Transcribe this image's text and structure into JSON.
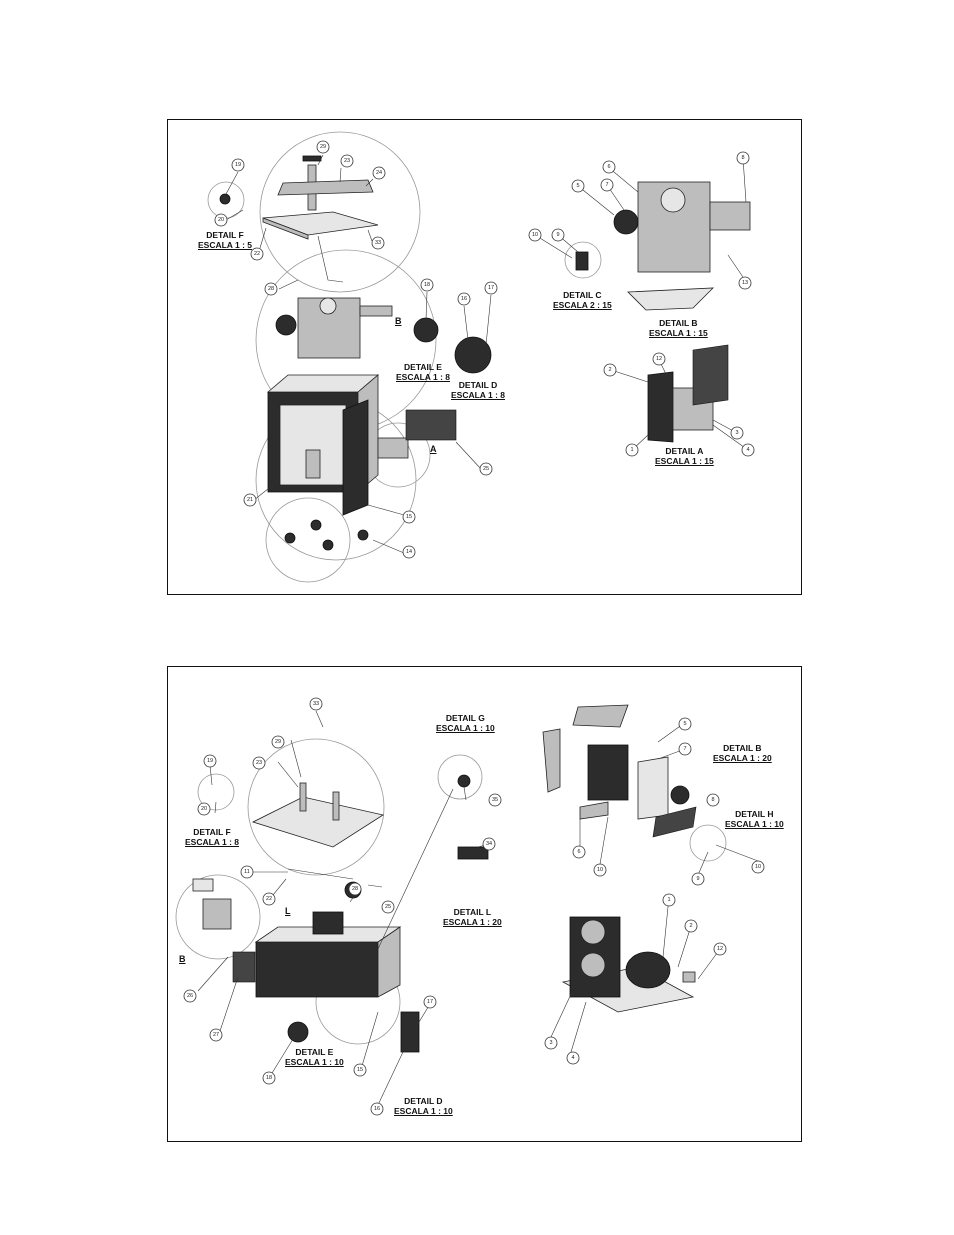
{
  "top_panel": {
    "details": [
      {
        "title": "DETAIL F",
        "scale": "ESCALA 1 : 5"
      },
      {
        "title": "DETAIL E",
        "scale": "ESCALA 1 : 8"
      },
      {
        "title": "DETAIL D",
        "scale": "ESCALA 1 : 8"
      },
      {
        "title": "DETAIL C",
        "scale": "ESCALA 2 : 15"
      },
      {
        "title": "DETAIL B",
        "scale": "ESCALA 1 : 15"
      },
      {
        "title": "DETAIL A",
        "scale": "ESCALA 1 : 15"
      }
    ],
    "letters": [
      "B",
      "A"
    ],
    "callouts": [
      "19",
      "20",
      "29",
      "23",
      "24",
      "33",
      "22",
      "28",
      "18",
      "16",
      "17",
      "25",
      "21",
      "15",
      "14",
      "6",
      "5",
      "7",
      "8",
      "10",
      "9",
      "13",
      "12",
      "2",
      "3",
      "4",
      "1"
    ]
  },
  "bottom_panel": {
    "details": [
      {
        "title": "DETAIL G",
        "scale": "ESCALA 1 : 10"
      },
      {
        "title": "DETAIL B",
        "scale": "ESCALA 1 : 20"
      },
      {
        "title": "DETAIL H",
        "scale": "ESCALA 1 : 10"
      },
      {
        "title": "DETAIL F",
        "scale": "ESCALA 1 : 8"
      },
      {
        "title": "DETAIL L",
        "scale": "ESCALA 1 : 20"
      },
      {
        "title": "DETAIL E",
        "scale": "ESCALA 1 : 10"
      },
      {
        "title": "DETAIL D",
        "scale": "ESCALA 1 : 10"
      }
    ],
    "letters": [
      "L",
      "B"
    ],
    "callouts": [
      "33",
      "29",
      "23",
      "19",
      "20",
      "11",
      "22",
      "25",
      "35",
      "34",
      "28",
      "26",
      "27",
      "18",
      "15",
      "16",
      "17",
      "5",
      "7",
      "8",
      "10",
      "9",
      "6",
      "1",
      "2",
      "12",
      "3",
      "4"
    ]
  }
}
